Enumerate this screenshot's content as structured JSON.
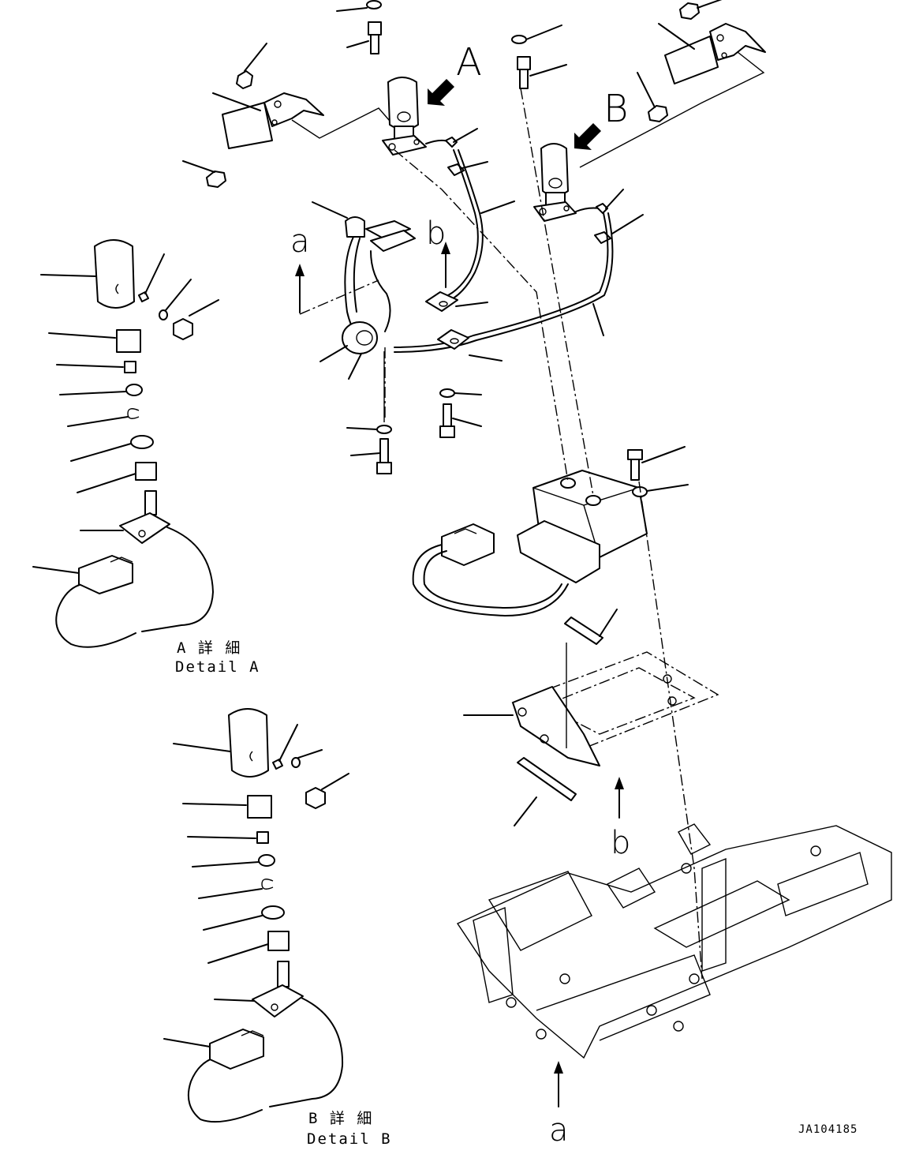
{
  "view_labels": {
    "A": "A",
    "B": "B"
  },
  "arrow_labels": {
    "a_top": "a",
    "b_top": "b",
    "b_bottom": "b",
    "a_bottom": "a"
  },
  "details": {
    "A": {
      "jp": "A 詳 細",
      "en": "Detail A"
    },
    "B": {
      "jp": "B 詳 細",
      "en": "Detail B"
    }
  },
  "drawing_code": "JA104185"
}
